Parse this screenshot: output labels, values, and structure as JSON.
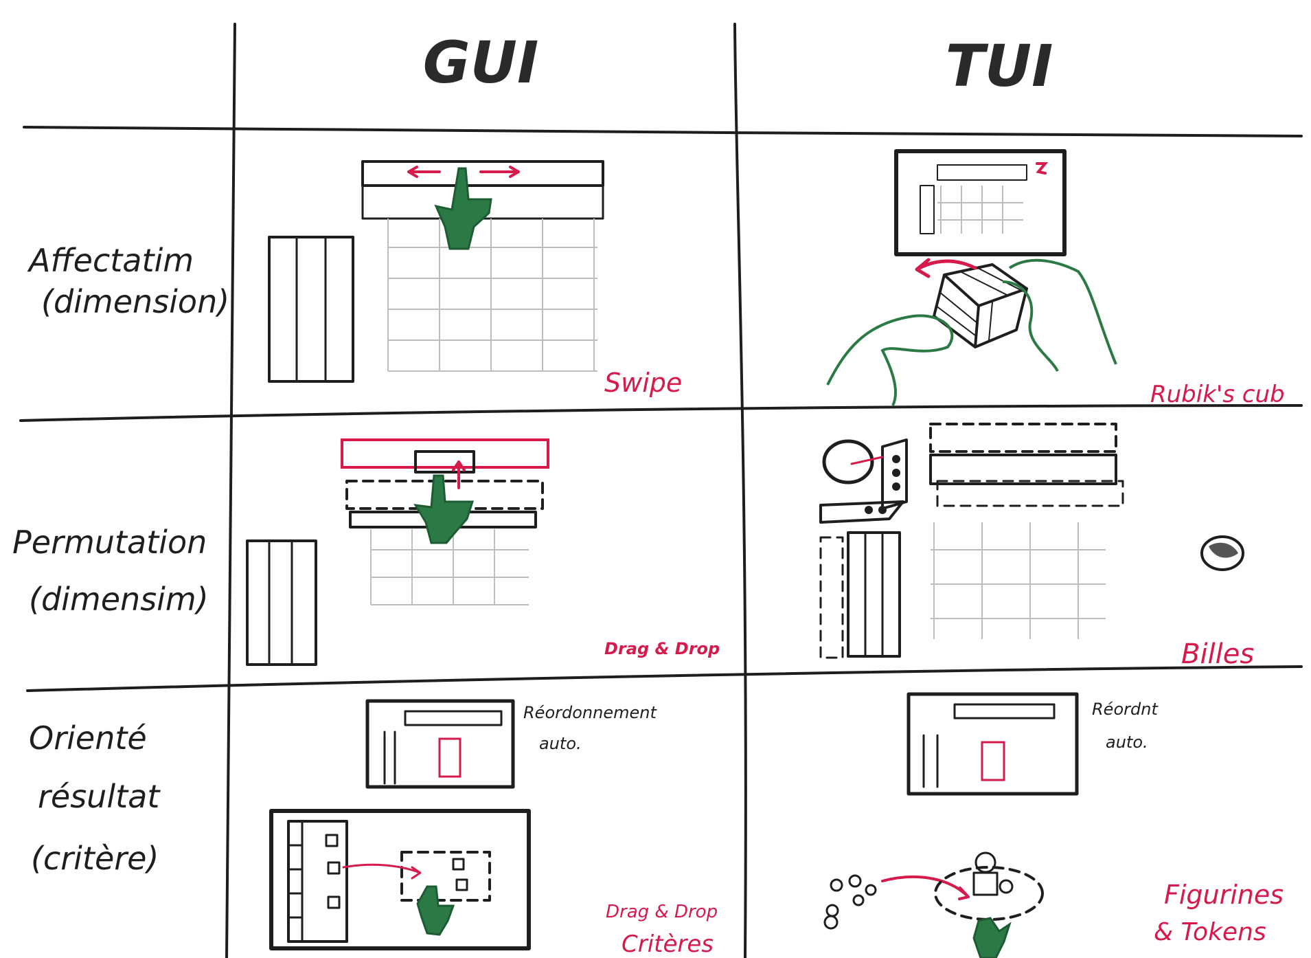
{
  "columns": [
    "GUI",
    "TUI"
  ],
  "rows": [
    {
      "label_lines": [
        "Affectatim",
        "(dimension)"
      ],
      "gui_caption": "Swipe",
      "tui_caption": "Rubik's cub"
    },
    {
      "label_lines": [
        "Permutation",
        "(dimensim)"
      ],
      "gui_caption": "Drag & Drop",
      "tui_caption": "Billes"
    },
    {
      "label_lines": [
        "Orienté",
        "résultat",
        "(critère)"
      ],
      "gui_caption_lines": [
        "Drag & Drop",
        "Critères"
      ],
      "tui_caption_lines": [
        "Figurines",
        "& Tokens"
      ],
      "gui_note_lines": [
        "Réordonnement",
        "auto."
      ],
      "tui_note_lines": [
        "Réordnt",
        "auto."
      ]
    }
  ],
  "colors": {
    "ink": "#1e1e1e",
    "accent_red": "#d61a4c",
    "hand_green": "#2b7a46",
    "pencil_grey": "#bdbdbd"
  }
}
